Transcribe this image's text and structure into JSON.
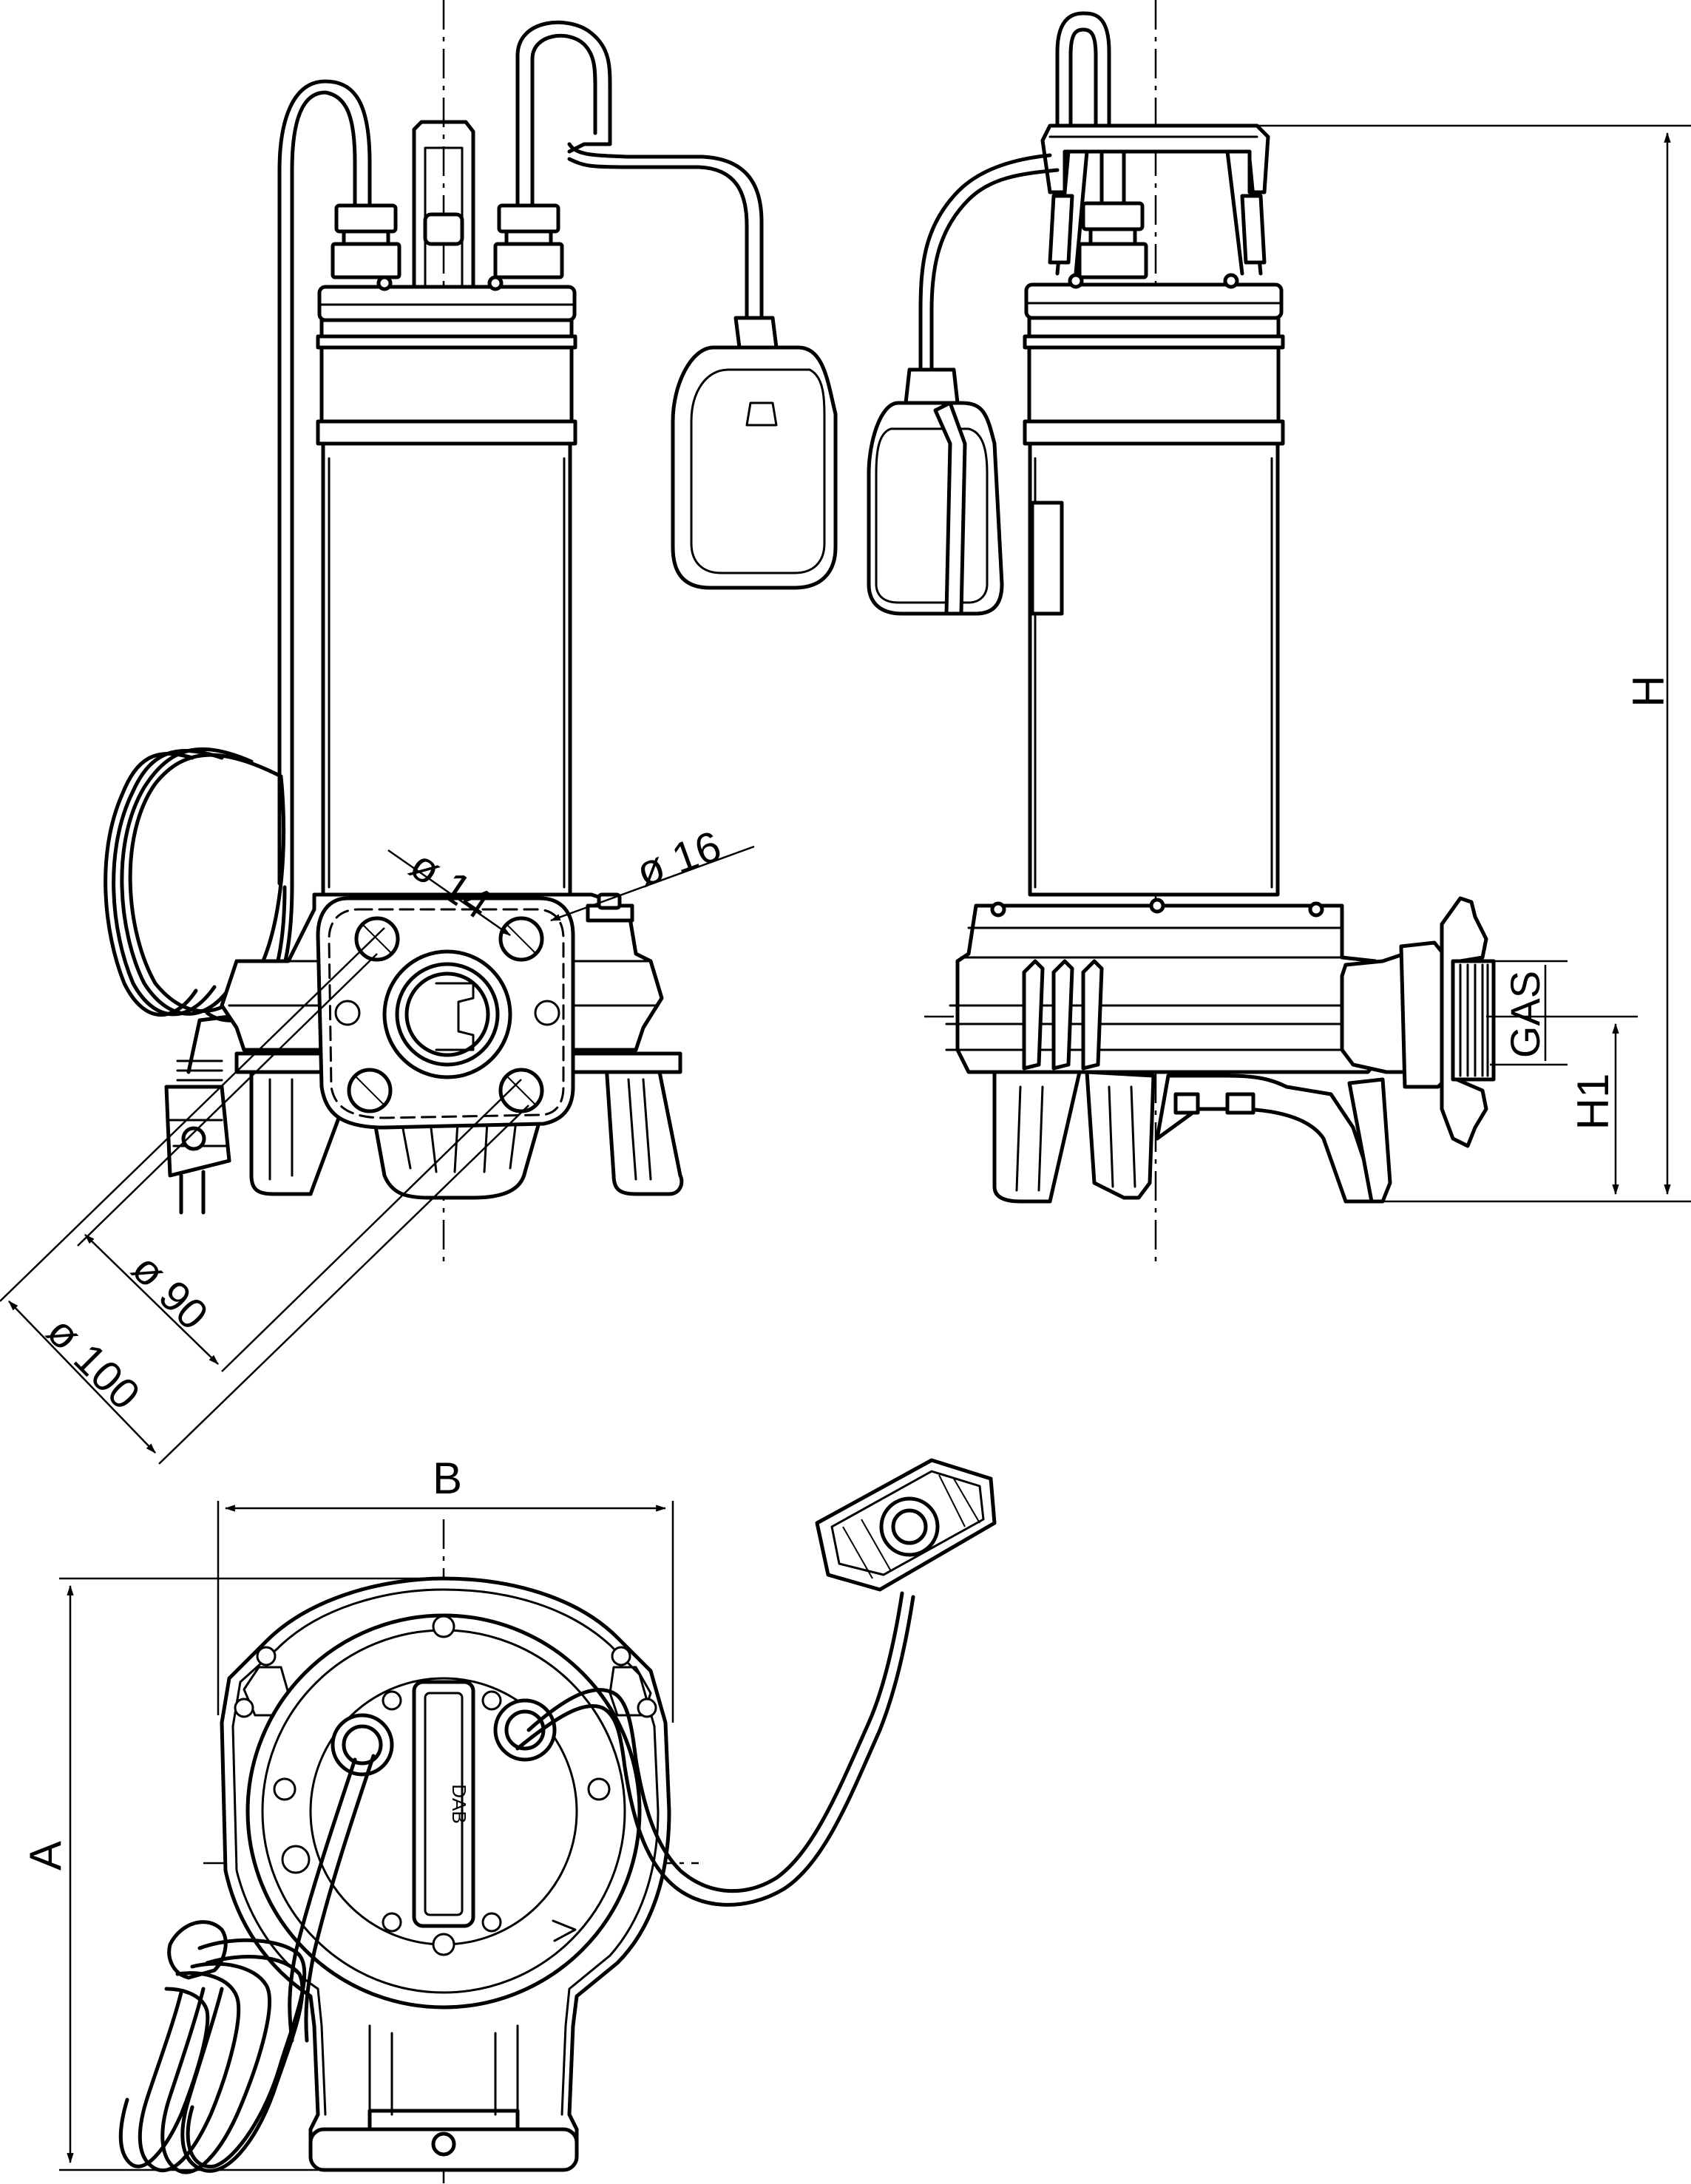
{
  "dimensions": {
    "front_view": {
      "hole_small": "ø 14",
      "hole_large": "ø 16",
      "bolt_circle_inner": "ø 90",
      "bolt_circle_outer": "ø 100"
    },
    "side_view": {
      "height": "H",
      "outlet_height": "H1",
      "outlet_thread": "GAS"
    },
    "top_view": {
      "width": "B",
      "length": "A"
    }
  },
  "colors": {
    "line": "#000000",
    "background": "#ffffff"
  }
}
